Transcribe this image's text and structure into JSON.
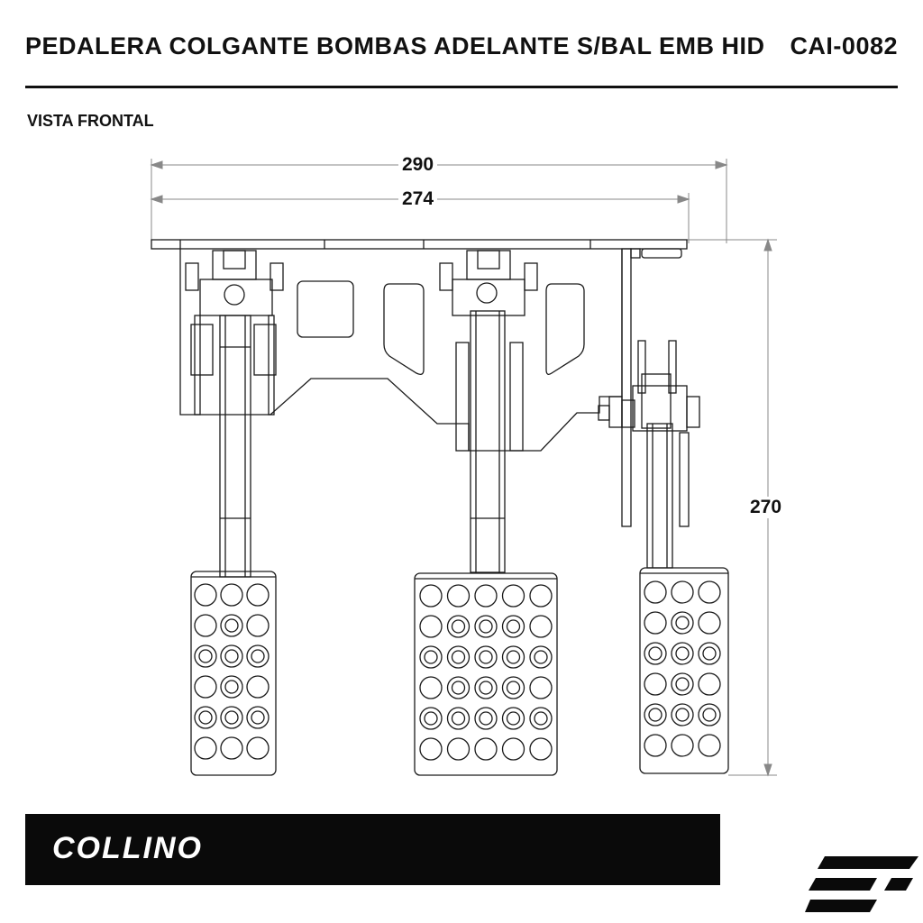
{
  "header": {
    "title": "PEDALERA COLGANTE BOMBAS ADELANTE S/BAL EMB HID",
    "code": "CAI-0082"
  },
  "view": {
    "label": "VISTA FRONTAL"
  },
  "dimensions": {
    "overall_width": "290",
    "plate_width": "274",
    "height": "270"
  },
  "footer": {
    "brand": "COLLINO"
  },
  "colors": {
    "line": "#1a1a1a",
    "dim": "#888888",
    "footer_bg": "#0a0a0a"
  }
}
